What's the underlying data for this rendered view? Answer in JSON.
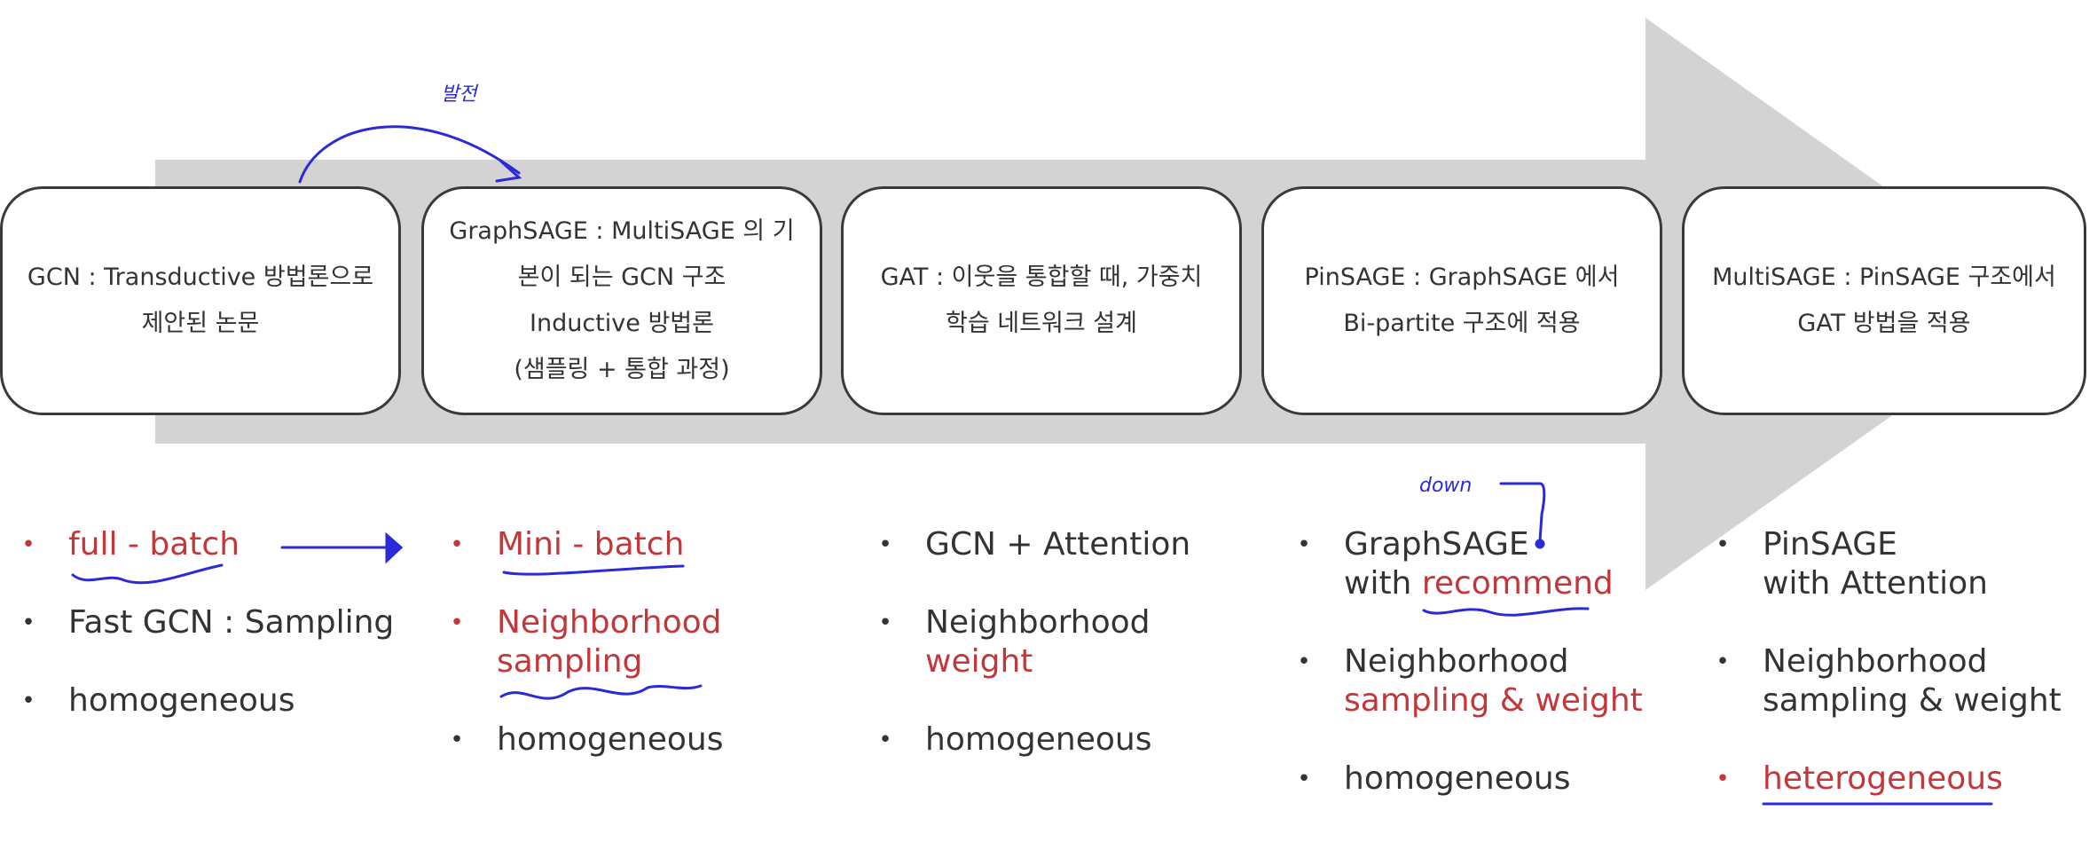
{
  "colors": {
    "arrow": "#d3d3d3",
    "box_border": "#3a3a3a",
    "text": "#333333",
    "red": "#c2373a",
    "pen": "#2a2ad8"
  },
  "boxes": [
    {
      "lines": [
        "GCN : Transductive 방법론으로",
        "제안된 논문"
      ]
    },
    {
      "lines": [
        "GraphSAGE : MultiSAGE 의 기",
        "본이 되는 GCN 구조",
        "Inductive 방법론",
        "(샘플링 + 통합 과정)"
      ]
    },
    {
      "lines": [
        "GAT : 이웃을 통합할 때, 가중치",
        "학습 네트워크 설계"
      ]
    },
    {
      "lines": [
        "PinSAGE : GraphSAGE 에서",
        "Bi-partite 구조에 적용"
      ]
    },
    {
      "lines": [
        "MultiSAGE : PinSAGE 구조에서",
        "GAT 방법을 적용"
      ]
    }
  ],
  "columns": [
    {
      "items": [
        {
          "lines": [
            "full - batch"
          ],
          "red": [
            true
          ],
          "dot_red": true
        },
        {
          "lines": [
            "Fast GCN : Sampling"
          ],
          "red": [
            false
          ],
          "dot_red": false
        },
        {
          "lines": [
            "homogeneous"
          ],
          "red": [
            false
          ],
          "dot_red": false
        }
      ]
    },
    {
      "items": [
        {
          "lines": [
            "Mini - batch"
          ],
          "red": [
            true
          ],
          "dot_red": true
        },
        {
          "lines": [
            "Neighborhood",
            "sampling"
          ],
          "red": [
            true,
            true
          ],
          "dot_red": true
        },
        {
          "lines": [
            "homogeneous"
          ],
          "red": [
            false
          ],
          "dot_red": false
        }
      ]
    },
    {
      "items": [
        {
          "lines": [
            "GCN + Attention"
          ],
          "red": [
            false
          ],
          "dot_red": false
        },
        {
          "lines": [
            "Neighborhood",
            "weight"
          ],
          "red": [
            false,
            true
          ],
          "dot_red": false
        },
        {
          "lines": [
            "homogeneous"
          ],
          "red": [
            false
          ],
          "dot_red": false
        }
      ]
    },
    {
      "items": [
        {
          "lines": [
            "GraphSAGE",
            "with recommend"
          ],
          "red": [
            false,
            false
          ],
          "dot_red": false,
          "partial_red": "recommend"
        },
        {
          "lines": [
            "Neighborhood",
            "sampling & weight"
          ],
          "red": [
            false,
            true
          ],
          "dot_red": false
        },
        {
          "lines": [
            "homogeneous"
          ],
          "red": [
            false
          ],
          "dot_red": false
        }
      ]
    },
    {
      "items": [
        {
          "lines": [
            "PinSAGE",
            "with Attention"
          ],
          "red": [
            false,
            false
          ],
          "dot_red": false
        },
        {
          "lines": [
            "Neighborhood",
            "sampling & weight"
          ],
          "red": [
            false,
            false
          ],
          "dot_red": false
        },
        {
          "lines": [
            "heterogeneous"
          ],
          "red": [
            true
          ],
          "dot_red": true
        }
      ]
    }
  ],
  "annotations": {
    "top": "발전",
    "down": "down"
  }
}
